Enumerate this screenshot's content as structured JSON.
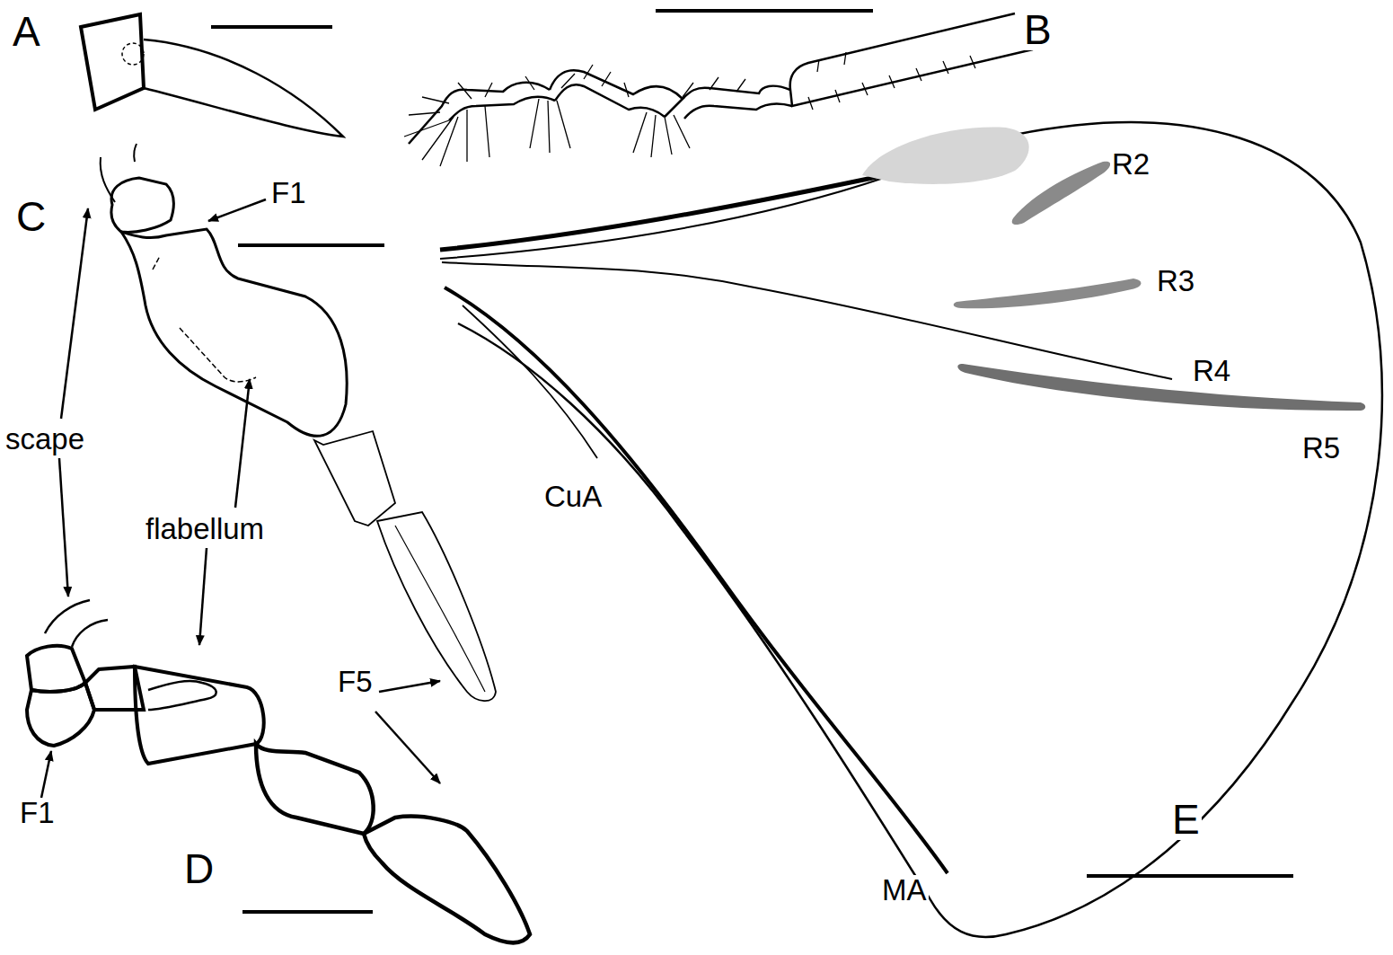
{
  "diagram": {
    "labels": [
      "A",
      "B",
      "C",
      "F1",
      "R2",
      "R3",
      "R4",
      "scape",
      "R5",
      "CuA",
      "flabellum",
      "F5",
      "F1",
      "D",
      "MA",
      "E"
    ]
  }
}
